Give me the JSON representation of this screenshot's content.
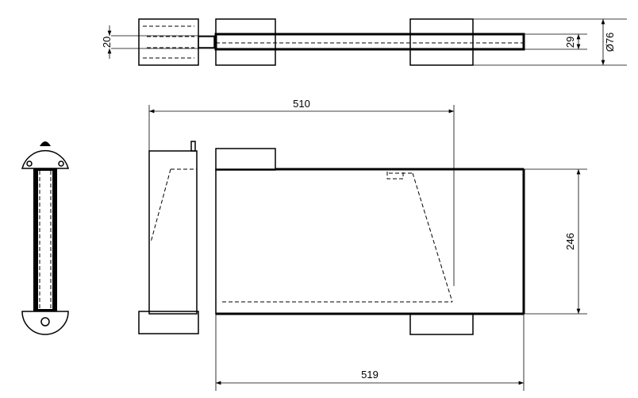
{
  "dimensions": {
    "top_inner": "20",
    "top_tube": "29",
    "top_diameter": "Ø76",
    "front_width_upper": "510",
    "front_height": "246",
    "front_width_lower": "519"
  },
  "colors": {
    "line": "#000000",
    "background": "#ffffff"
  }
}
